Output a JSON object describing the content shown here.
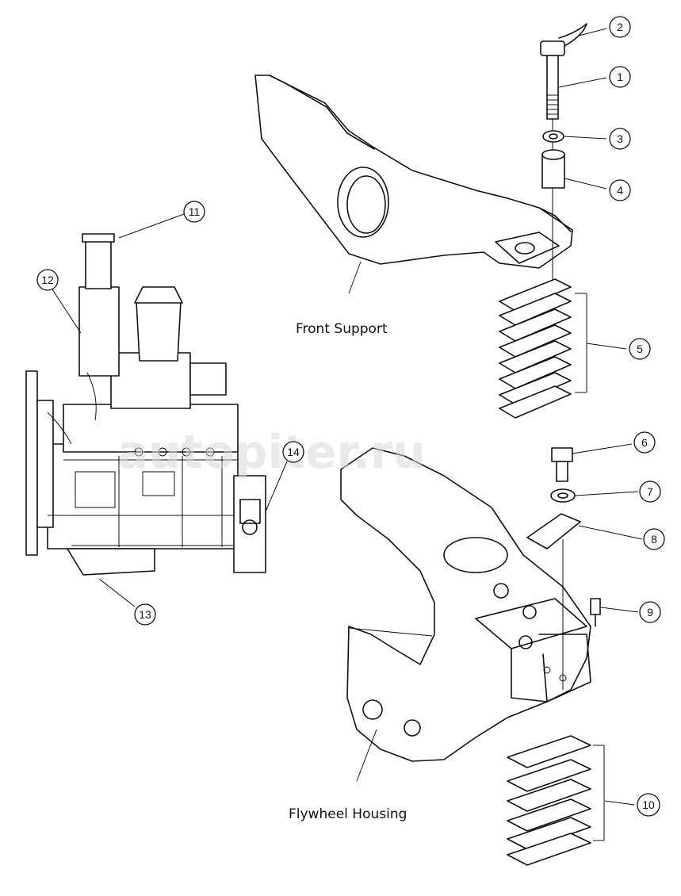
{
  "labels": {
    "front_support": "Front  Support",
    "flywheel_housing": "Flywheel  Housing"
  },
  "watermark": "autopiter.ru",
  "callouts": {
    "c1": "1",
    "c2": "2",
    "c3": "3",
    "c4": "4",
    "c5": "5",
    "c6": "6",
    "c7": "7",
    "c8": "8",
    "c9": "9",
    "c10": "10",
    "c11": "11",
    "c12": "12",
    "c13": "13",
    "c14": "14"
  },
  "colors": {
    "line": "#111111",
    "background": "#ffffff",
    "watermark": "#d8d8d8"
  }
}
